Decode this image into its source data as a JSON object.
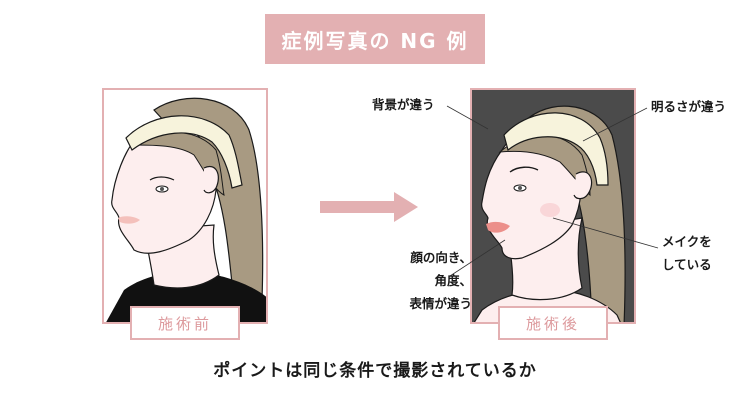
{
  "title": "症例写真の NG 例",
  "panels": {
    "before": {
      "label": "施術前",
      "background": "#ffffff"
    },
    "after": {
      "label": "施術後",
      "background": "#4b4b4b"
    }
  },
  "annotations": {
    "background": "背景が違う",
    "brightness": "明るさが違う",
    "makeup_line1": "メイクを",
    "makeup_line2": "している",
    "face_line1": "顔の向き、",
    "face_line2": "角度、",
    "face_line3": "表情が違う"
  },
  "caption": "ポイントは同じ条件で撮影されているか",
  "colors": {
    "accent_pink": "#e3b0b2",
    "label_text_pink": "#dd9a9d",
    "after_background": "#4b4b4b",
    "hair": "#a89a82",
    "headband": "#f7f3dc",
    "skin": "#fdeeee",
    "lips": "#ec8f8a"
  },
  "icons": {
    "arrow": "arrow-right-icon"
  }
}
